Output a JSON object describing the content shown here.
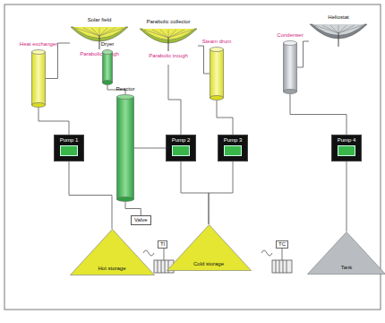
{
  "diagram": {
    "nodes": [
      {
        "text": [
          "Heat exchanger"
        ]
      },
      {
        "text": [
          "Solar field",
          "Parabolic trough"
        ]
      },
      {
        "text": [
          "Dryer"
        ]
      },
      {
        "text": [
          "Reactor"
        ]
      },
      {
        "text": [
          "Parabolic collector",
          "Parabolic trough"
        ]
      },
      {
        "text": [
          "Steam drum"
        ]
      },
      {
        "text": [
          "Condenser"
        ]
      },
      {
        "text": [
          "Heliostat"
        ]
      },
      {
        "text": [
          "Pump 1"
        ]
      },
      {
        "text": [
          "Pump 2"
        ]
      },
      {
        "text": [
          "Pump 3"
        ]
      },
      {
        "text": [
          "Pump 4"
        ]
      },
      {
        "text": [
          "Valve"
        ]
      },
      {
        "text": [
          "Hot storage"
        ]
      },
      {
        "text": [
          "Cold storage"
        ]
      },
      {
        "text": [
          "Tank"
        ]
      }
    ],
    "edges": [
      {
        "from": 0,
        "to": 1,
        "arrow": "none"
      },
      {
        "from": 0,
        "to": 8,
        "arrow": "none"
      },
      {
        "from": 2,
        "to": 3,
        "arrow": "none"
      },
      {
        "from": 3,
        "to": 12,
        "arrow": "none"
      },
      {
        "from": 3,
        "to": 9,
        "arrow": "none"
      },
      {
        "from": 4,
        "to": 5,
        "arrow": "none"
      },
      {
        "from": 4,
        "to": 9,
        "arrow": "none"
      },
      {
        "from": 5,
        "to": 10,
        "arrow": "none"
      },
      {
        "from": 6,
        "to": 7,
        "arrow": "none"
      },
      {
        "from": 6,
        "to": 11,
        "arrow": "none"
      },
      {
        "from": 8,
        "to": 13,
        "arrow": "none"
      },
      {
        "from": 9,
        "to": 14,
        "arrow": "none"
      },
      {
        "from": 10,
        "to": 14,
        "arrow": "none"
      },
      {
        "from": 11,
        "to": 15,
        "arrow": "none"
      }
    ],
    "labels": [
      "TI",
      "TC"
    ]
  }
}
